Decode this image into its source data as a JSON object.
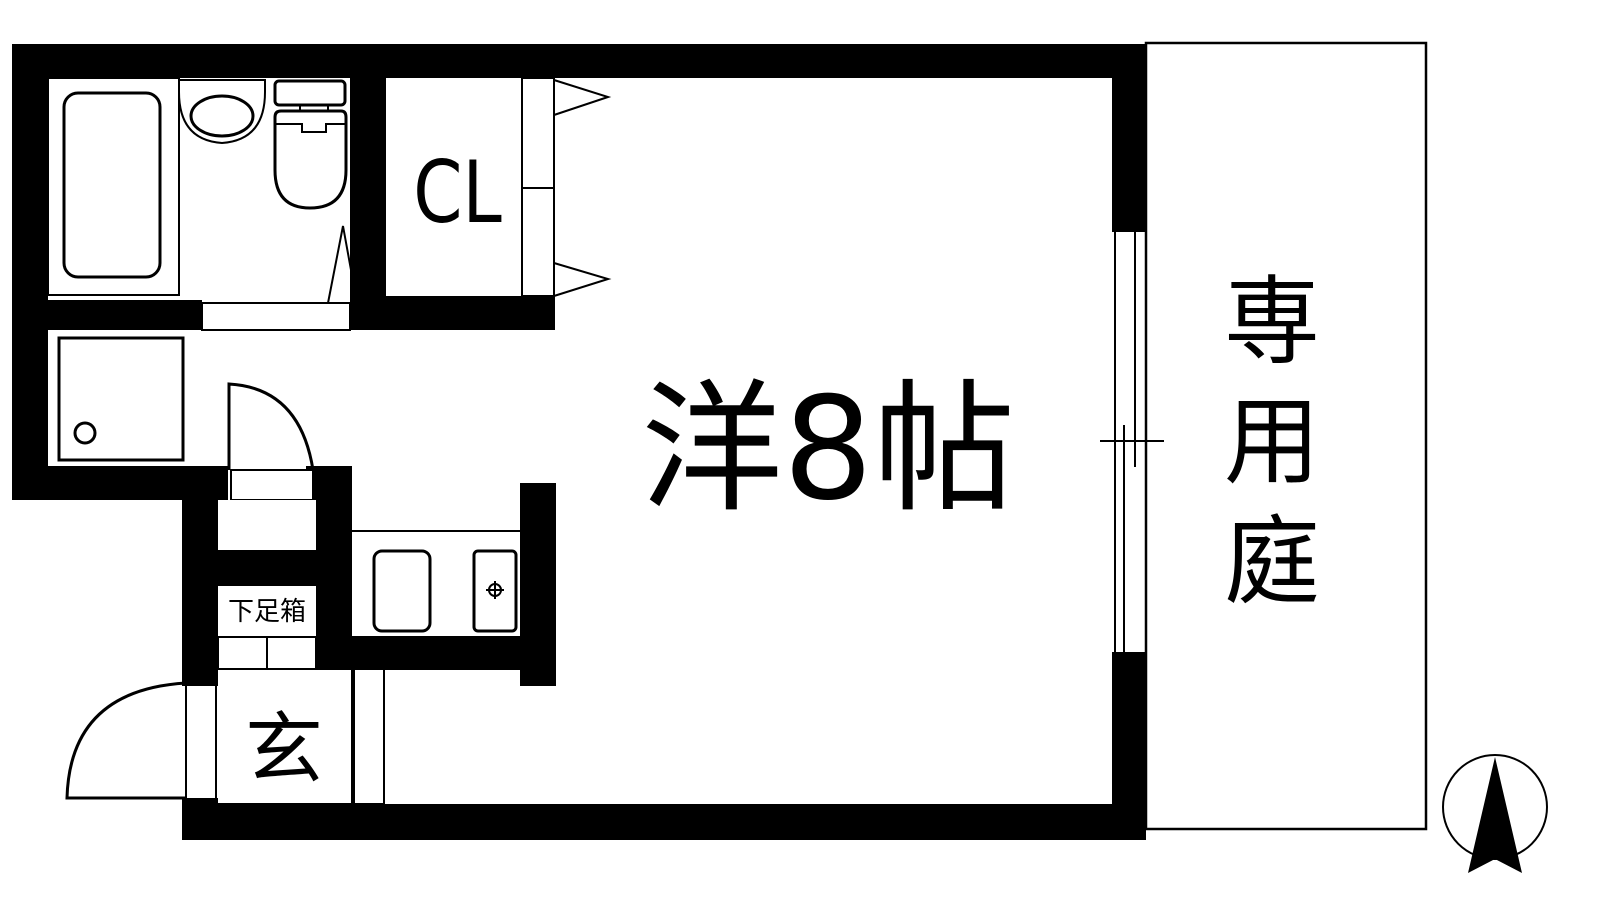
{
  "floorplan": {
    "rooms": {
      "western_room": {
        "label": "洋8帖",
        "type": "Western-style room",
        "size_jo": 8
      },
      "closet": {
        "label": "CL"
      },
      "private_garden": {
        "label_chars": [
          "専",
          "用",
          "庭"
        ],
        "label": "専用庭"
      },
      "entrance": {
        "label": "玄"
      },
      "shoe_box": {
        "label": "下足箱"
      }
    },
    "fixtures": [
      "bathtub",
      "washbasin",
      "toilet",
      "washing-machine-pan",
      "kitchen-sink",
      "gas-stove"
    ],
    "compass": {
      "direction": "N",
      "rotation_deg": 0
    },
    "colors": {
      "wall": "#000000",
      "background": "#ffffff",
      "line": "#000000"
    }
  }
}
